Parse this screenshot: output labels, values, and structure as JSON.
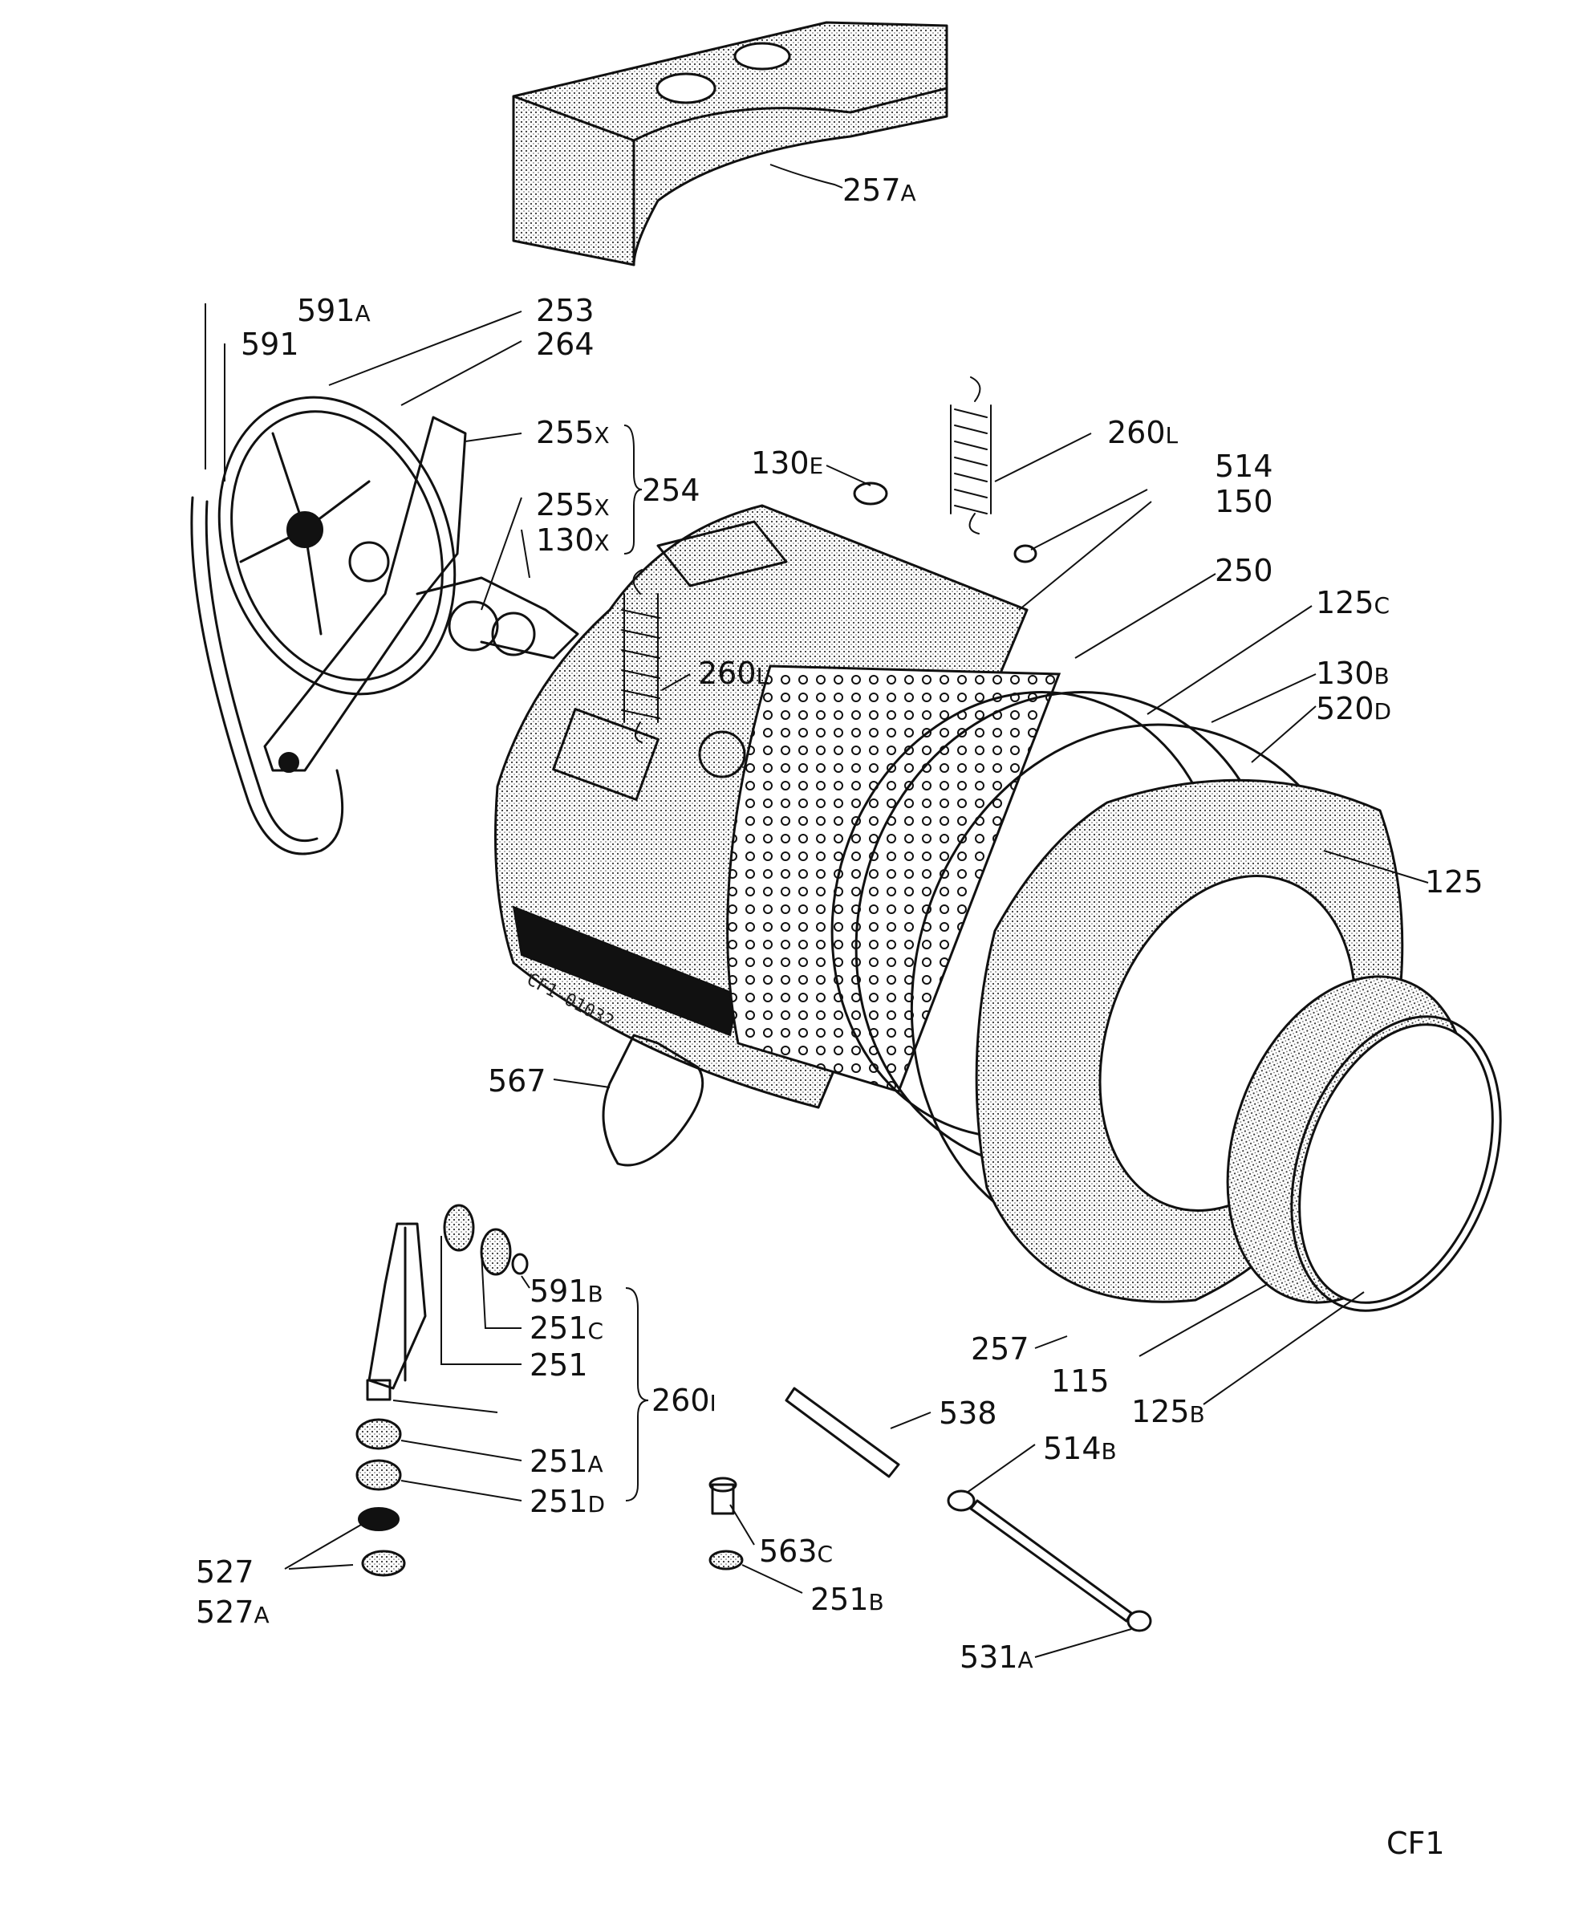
{
  "drawing_code": "CF1",
  "stamp_text": "CF1-01032",
  "labels": [
    {
      "id": "l257A",
      "text": "257",
      "suffix": "A"
    },
    {
      "id": "l591A",
      "text": "591",
      "suffix": "A"
    },
    {
      "id": "l591",
      "text": "591",
      "suffix": ""
    },
    {
      "id": "l253",
      "text": "253",
      "suffix": ""
    },
    {
      "id": "l264",
      "text": "264",
      "suffix": ""
    },
    {
      "id": "l255X1",
      "text": "255",
      "suffix": "X"
    },
    {
      "id": "l254",
      "text": "254",
      "suffix": ""
    },
    {
      "id": "l255X2",
      "text": "255",
      "suffix": "X"
    },
    {
      "id": "l130X",
      "text": "130",
      "suffix": "X"
    },
    {
      "id": "l130E",
      "text": "130",
      "suffix": "E"
    },
    {
      "id": "l260L1",
      "text": "260",
      "suffix": "L"
    },
    {
      "id": "l514",
      "text": "514",
      "suffix": ""
    },
    {
      "id": "l150",
      "text": "150",
      "suffix": ""
    },
    {
      "id": "l250",
      "text": "250",
      "suffix": ""
    },
    {
      "id": "l125C",
      "text": "125",
      "suffix": "C"
    },
    {
      "id": "l260L2",
      "text": "260",
      "suffix": "L"
    },
    {
      "id": "l130B",
      "text": "130",
      "suffix": "B"
    },
    {
      "id": "l520D",
      "text": "520",
      "suffix": "D"
    },
    {
      "id": "l125",
      "text": "125",
      "suffix": ""
    },
    {
      "id": "l567",
      "text": "567",
      "suffix": ""
    },
    {
      "id": "l591B",
      "text": "591",
      "suffix": "B"
    },
    {
      "id": "l251C",
      "text": "251",
      "suffix": "C"
    },
    {
      "id": "l251",
      "text": "251",
      "suffix": ""
    },
    {
      "id": "l260I",
      "text": "260",
      "suffix": "I"
    },
    {
      "id": "l251A",
      "text": "251",
      "suffix": "A"
    },
    {
      "id": "l251D",
      "text": "251",
      "suffix": "D"
    },
    {
      "id": "l527",
      "text": "527",
      "suffix": ""
    },
    {
      "id": "l527A",
      "text": "527",
      "suffix": "A"
    },
    {
      "id": "l257",
      "text": "257",
      "suffix": ""
    },
    {
      "id": "l115",
      "text": "115",
      "suffix": ""
    },
    {
      "id": "l125B",
      "text": "125",
      "suffix": "B"
    },
    {
      "id": "l538",
      "text": "538",
      "suffix": ""
    },
    {
      "id": "l514B",
      "text": "514",
      "suffix": "B"
    },
    {
      "id": "l563C",
      "text": "563",
      "suffix": "C"
    },
    {
      "id": "l251B",
      "text": "251",
      "suffix": "B"
    },
    {
      "id": "l531A",
      "text": "531",
      "suffix": "A"
    }
  ]
}
